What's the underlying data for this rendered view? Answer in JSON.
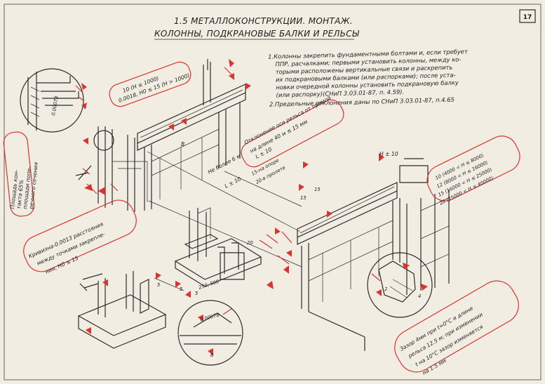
{
  "header": {
    "title_line1": "1.5 МЕТАЛЛОКОНСТРУКЦИИ. МОНТАЖ.",
    "title_line2": "КОЛОННЫ, ПОДКРАНОВЫЕ БАЛКИ И РЕЛЬСЫ",
    "page_number": "17"
  },
  "notes": [
    "1.Колонны закрепить фундаментными болтами и, если требует",
    "ППР, расчалками; первыми установить колонны, между ко-",
    "торыми расположены вертикальные связи и раскрепить",
    "их подкрановыми балками (или распорками); после уста-",
    "новки очередной колонны установить подкрановую балку",
    "(или распорку)(СНиП 3.03.01-87, п. 4.59).",
    "2.Предельные отклонения даны по СНиП 3.03.01-87, п.4.65"
  ],
  "callouts": {
    "column_tol_1": "10 (Н ≤ 1000)",
    "column_tol_2": "0.0018, Н0 ≤ 15 (Н > 1000)",
    "rail_axis_1": "Отклонение оси рельса от прямой",
    "rail_axis_2": "на длине 40 м ≤ 15 мм",
    "contact_1": "Площадь кон-",
    "contact_2": "такта 65%",
    "contact_3": "площади попе-",
    "contact_4": "речного сечения",
    "curvature_1": "Кривизна-0.0013 расстояния",
    "curvature_2": "между точками закрепле-",
    "curvature_3": "ния, Н0 ≤ 15",
    "height_1": "10 (4000 < Н ≤ 8000)",
    "height_2": "12 (8000 < Н ≤ 16000)",
    "height_3": "15 (16000 < Н ≤ 25000)",
    "height_4": "20 (25000 < Н ≤ 40000)",
    "gap_1": "Зазор 4мм при t=0°C и длине",
    "gap_2": "рельса 12.5 м; при изменении",
    "gap_3": "t на 10°C зазор изменяется",
    "gap_4": "на 1.5 мм"
  },
  "dims": {
    "d_0_0007_a": "0.0007В",
    "d_B": "В",
    "d_L_10_top": "L ± 10",
    "d_L_10_low": "L ± 10",
    "d_not_more_6": "Не более 6 м",
    "d_15_support": "15-на опоре",
    "d_20_span": "20-в пролете",
    "d_15_a": "15",
    "d_15_b": "15",
    "d_H_10": "Н ± 10",
    "d_20": "20",
    "d_5_a": "5",
    "d_5_b": "5",
    "d_5_c": "5",
    "d_250_500": "250, 500",
    "d_0_0007_b": "0.0007В",
    "d_B_small": "В",
    "d_2": "2",
    "d_4": "4"
  }
}
